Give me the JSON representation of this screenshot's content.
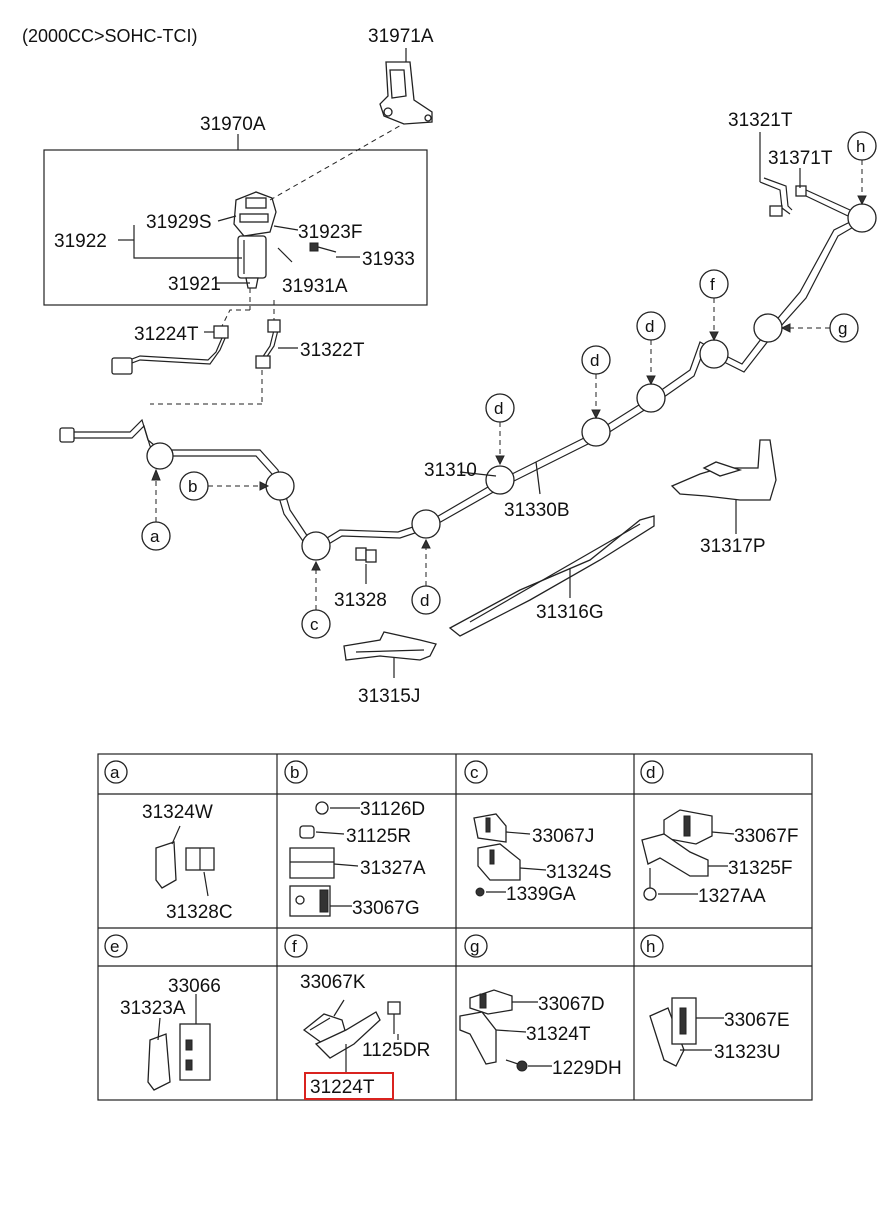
{
  "header": {
    "engine_note": "(2000CC>SOHC-TCI)"
  },
  "main_labels": {
    "p31971A": "31971A",
    "p31970A": "31970A",
    "p31929S": "31929S",
    "p31922": "31922",
    "p31923F": "31923F",
    "p31933": "31933",
    "p31921": "31921",
    "p31931A": "31931A",
    "p31224T": "31224T",
    "p31322T": "31322T",
    "p31321T": "31321T",
    "p31371T": "31371T",
    "p31310": "31310",
    "p31330B": "31330B",
    "p31317P": "31317P",
    "p31328": "31328",
    "p31316G": "31316G",
    "p31315J": "31315J"
  },
  "callouts": {
    "a": "a",
    "b": "b",
    "c": "c",
    "d1": "d",
    "d2": "d",
    "d3": "d",
    "d4": "d",
    "f": "f",
    "g": "g",
    "h": "h"
  },
  "detail_table": {
    "headers": [
      "a",
      "b",
      "c",
      "d",
      "e",
      "f",
      "g",
      "h"
    ],
    "a": {
      "p1": "31324W",
      "p2": "31328C"
    },
    "b": {
      "p1": "31126D",
      "p2": "31125R",
      "p3": "31327A",
      "p4": "33067G"
    },
    "c": {
      "p1": "33067J",
      "p2": "31324S",
      "p3": "1339GA"
    },
    "d": {
      "p1": "33067F",
      "p2": "31325F",
      "p3": "1327AA"
    },
    "e": {
      "p1": "33066",
      "p2": "31323A"
    },
    "f": {
      "p1": "33067K",
      "p2": "1125DR",
      "p3": "31224T"
    },
    "g": {
      "p1": "33067D",
      "p2": "31324T",
      "p3": "1229DH"
    },
    "h": {
      "p1": "33067E",
      "p2": "31323U"
    }
  },
  "highlight_color": "#d9231f"
}
